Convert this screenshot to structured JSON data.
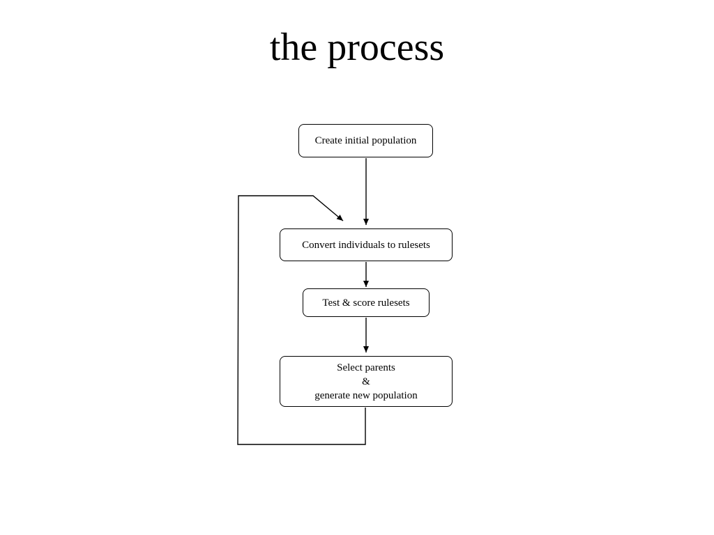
{
  "title": "the process",
  "diagram": {
    "nodes": {
      "create": "Create initial population",
      "convert": "Convert individuals to rulesets",
      "test": "Test & score rulesets",
      "select": {
        "line1": "Select parents",
        "line2": "&",
        "line3": "generate new population"
      }
    }
  }
}
